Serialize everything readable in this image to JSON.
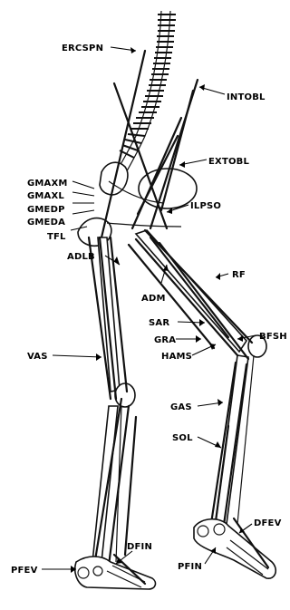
{
  "diagram": {
    "labels": {
      "ercspn": "ERCSPN",
      "intobl": "INTOBL",
      "extobl": "EXTOBL",
      "gmaxm": "GMAXM",
      "gmaxl": "GMAXL",
      "gmedp": "GMEDP",
      "gmeda": "GMEDA",
      "ilpso": "ILPSO",
      "tfl": "TFL",
      "adlb": "ADLB",
      "rf": "RF",
      "adm": "ADM",
      "sar": "SAR",
      "bfsh": "BFSH",
      "gra": "GRA",
      "hams": "HAMS",
      "vas": "VAS",
      "gas": "GAS",
      "sol": "SOL",
      "dfev": "DFEV",
      "dfin": "DFIN",
      "pfin": "PFIN",
      "pfev": "PFEV"
    }
  }
}
